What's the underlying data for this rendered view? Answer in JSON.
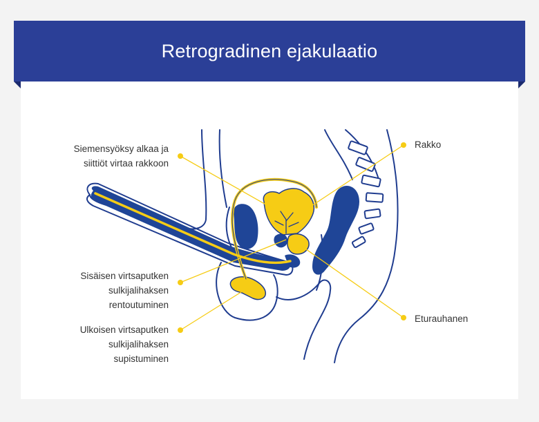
{
  "title": "Retrogradinen ejakulaatio",
  "colors": {
    "banner": "#2b3f97",
    "organ_blue": "#1f4597",
    "highlight_yellow": "#f6cc15",
    "outline": "#1f3c8f",
    "card_bg": "#ffffff",
    "page_bg": "#f3f3f3"
  },
  "labels": {
    "ejaculation": [
      "Siemensyöksy alkaa ja",
      "siittiöt virtaa rakkoon"
    ],
    "internal_sphincter": [
      "Sisäisen virtsaputken",
      "sulkijalihaksen",
      "rentoutuminen"
    ],
    "external_sphincter": [
      "Ulkoisen virtsaputken",
      "sulkijalihaksen",
      "supistuminen"
    ],
    "bladder": [
      "Rakko"
    ],
    "prostate": [
      "Eturauhanen"
    ]
  }
}
